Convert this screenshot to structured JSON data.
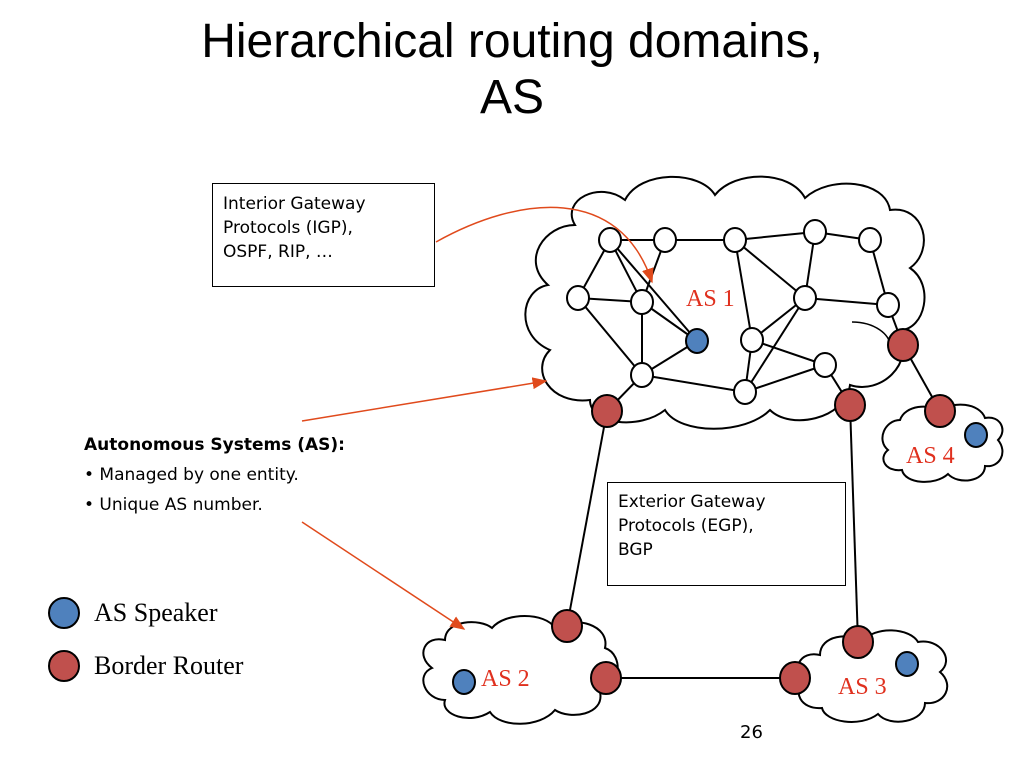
{
  "title": {
    "line1": "Hierarchical routing domains,",
    "line2": "AS"
  },
  "igp_box": {
    "lines": [
      "Interior Gateway",
      "Protocols (IGP),",
      "OSPF, RIP, …"
    ]
  },
  "egp_box": {
    "lines": [
      "Exterior Gateway",
      "Protocols (EGP),",
      "BGP"
    ]
  },
  "as_description": {
    "heading": "Autonomous Systems (AS):",
    "bullets": [
      "• Managed by one entity.",
      "• Unique AS number."
    ]
  },
  "domains": {
    "as1": "AS 1",
    "as2": "AS 2",
    "as3": "AS 3",
    "as4": "AS 4"
  },
  "legend": {
    "speaker": "AS Speaker",
    "border": "Border Router"
  },
  "page_number": "26",
  "colors": {
    "speaker": "#4f81bd",
    "border_router": "#c0504d",
    "arrow": "#e04a1c",
    "as_label": "#e0301e",
    "internal_router": "#ffffff"
  }
}
